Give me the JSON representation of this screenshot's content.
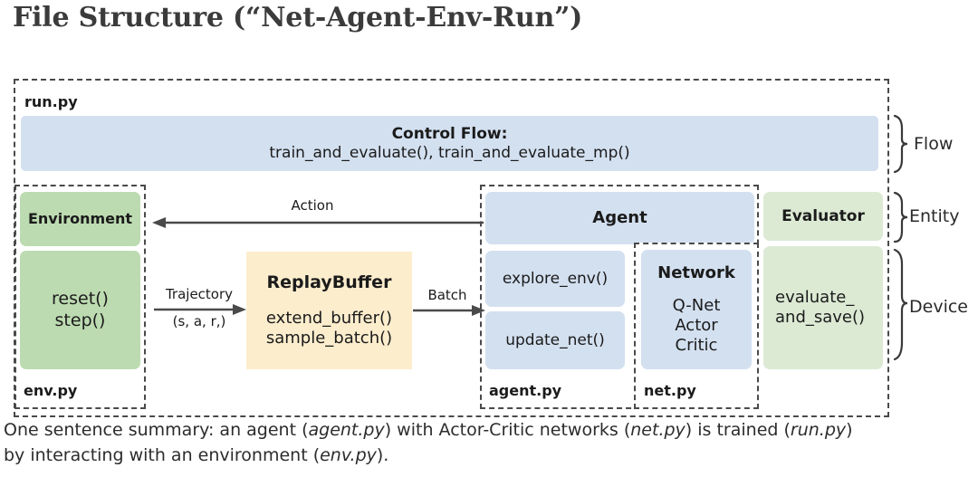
{
  "title": "File Structure (“Net-Agent-Env-Run”)",
  "diagram": {
    "outer_file_label": "run.py",
    "control_flow": {
      "heading": "Control Flow:",
      "functions": "train_and_evaluate(),  train_and_evaluate_mp()"
    },
    "env_module": {
      "file_label": "env.py",
      "entity": "Environment",
      "methods_line1": "reset()",
      "methods_line2": "step()"
    },
    "replay_buffer": {
      "heading": "ReplayBuffer",
      "methods_line1": "extend_buffer()",
      "methods_line2": "sample_batch()"
    },
    "agent_module": {
      "file_label": "agent.py",
      "entity": "Agent",
      "method1": "explore_env()",
      "method2": "update_net()"
    },
    "net_module": {
      "file_label": "net.py",
      "entity": "Network",
      "items_line1": "Q-Net",
      "items_line2": "Actor",
      "items_line3": "Critic"
    },
    "evaluator_module": {
      "entity": "Evaluator",
      "methods_line1": "evaluate_",
      "methods_line2": "and_save()"
    },
    "arrows": [
      {
        "name": "action",
        "label": "Action",
        "sublabel": ""
      },
      {
        "name": "trajectory",
        "label": "Trajectory",
        "sublabel": "(s, a, r,)"
      },
      {
        "name": "batch",
        "label": "Batch",
        "sublabel": ""
      }
    ],
    "braces": [
      {
        "name": "flow",
        "label": "Flow"
      },
      {
        "name": "entity",
        "label": "Entity"
      },
      {
        "name": "device",
        "label": "Device"
      }
    ],
    "colors": {
      "blue": "#d3e0f0",
      "green_dark": "#bddbb1",
      "green_light": "#dcead4",
      "cream": "#fcedcd",
      "dash": "#4a4a4a"
    }
  },
  "caption": {
    "part1": "One sentence summary: an agent (",
    "em1": "agent.py",
    "part2": ") with Actor-Critic networks (",
    "em2": "net.py",
    "part3": ") is trained (",
    "em3": "run.py",
    "part4": ")",
    "part5": "by interacting with an environment (",
    "em4": "env.py",
    "part6": ")."
  }
}
